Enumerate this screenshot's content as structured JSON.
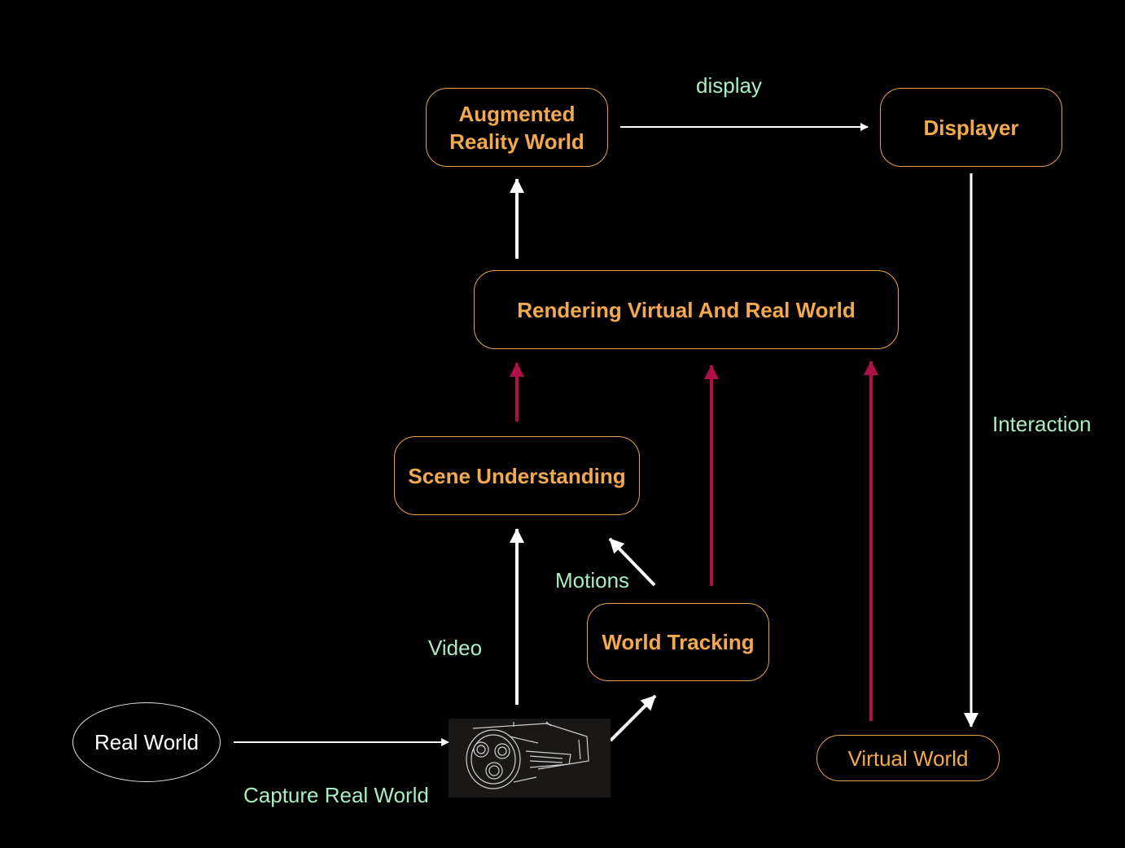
{
  "nodes": {
    "ar_world": {
      "line1": "Augmented",
      "line2": "Reality World"
    },
    "displayer": "Displayer",
    "rendering": "Rendering Virtual And Real World",
    "scene": "Scene Understanding",
    "tracking": "World Tracking",
    "virtual": "Virtual World",
    "real": "Real World"
  },
  "labels": {
    "display": "display",
    "interaction": "Interaction",
    "motions": "Motions",
    "video": "Video",
    "capture": "Capture Real World"
  },
  "icons": {
    "camera": "security-camera-icon"
  },
  "colors": {
    "background": "#000000",
    "node_border": "#e8a24a",
    "node_text": "#f3a94d",
    "label_text": "#a9eec0",
    "arrow_white": "#ffffff",
    "arrow_crimson": "#b0104a"
  }
}
